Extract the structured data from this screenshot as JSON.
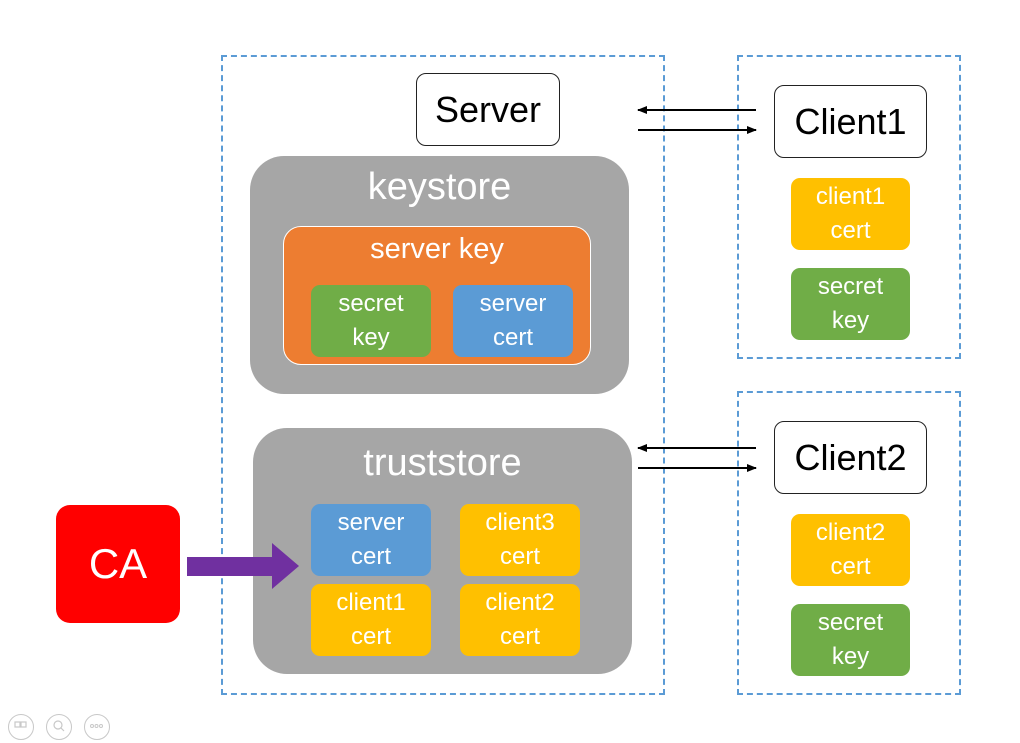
{
  "server": {
    "label": "Server"
  },
  "keystore": {
    "title": "keystore",
    "server_key": {
      "title": "server key",
      "items": [
        {
          "line1": "secret",
          "line2": "key",
          "color": "#70ad47"
        },
        {
          "line1": "server",
          "line2": "cert",
          "color": "#5b9bd5"
        }
      ]
    }
  },
  "truststore": {
    "title": "truststore",
    "items": [
      {
        "line1": "server",
        "line2": "cert",
        "color": "#5b9bd5"
      },
      {
        "line1": "client3",
        "line2": "cert",
        "color": "#ffc000"
      },
      {
        "line1": "client1",
        "line2": "cert",
        "color": "#ffc000"
      },
      {
        "line1": "client2",
        "line2": "cert",
        "color": "#ffc000"
      }
    ]
  },
  "ca": {
    "label": "CA",
    "color": "#ff0000"
  },
  "clients": [
    {
      "label": "Client1",
      "cert": {
        "line1": "client1",
        "line2": "cert"
      },
      "key": {
        "line1": "secret",
        "line2": "key"
      }
    },
    {
      "label": "Client2",
      "cert": {
        "line1": "client2",
        "line2": "cert"
      },
      "key": {
        "line1": "secret",
        "line2": "key"
      }
    }
  ],
  "colors": {
    "dashed_border": "#5b9bd5",
    "store_gray": "#a6a6a6",
    "server_key_orange": "#ed7d31",
    "arrow_purple": "#7030a0"
  },
  "status_icons": [
    "slides-icon",
    "zoom-icon",
    "more-icon"
  ]
}
